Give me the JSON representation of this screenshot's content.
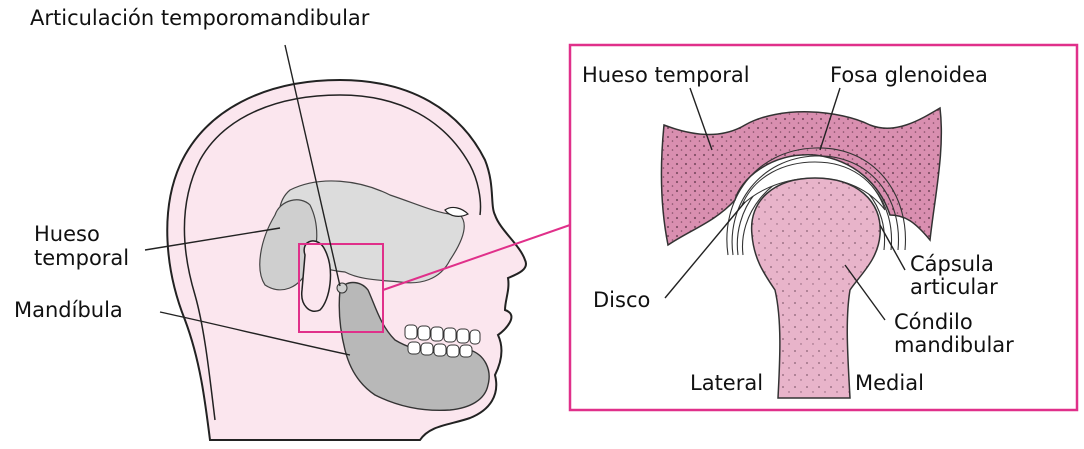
{
  "labels": {
    "articulacion": "Articulación temporomandibular",
    "hueso_temporal_head_line1": "Hueso",
    "hueso_temporal_head_line2": "temporal",
    "mandibula": "Mandíbula",
    "hueso_temporal_inset": "Hueso temporal",
    "fosa_glenoidea": "Fosa glenoidea",
    "disco": "Disco",
    "capsula_line1": "Cápsula",
    "capsula_line2": "articular",
    "condilo_line1": "Cóndilo",
    "condilo_line2": "mandibular",
    "lateral": "Lateral",
    "medial": "Medial"
  },
  "colors": {
    "accent": "#e0308a",
    "bone_pink": "#d98fb0",
    "skin": "#fbe6ee",
    "jaw_gray": "#b8b8b8",
    "skull_gray": "#d9d9d9"
  }
}
